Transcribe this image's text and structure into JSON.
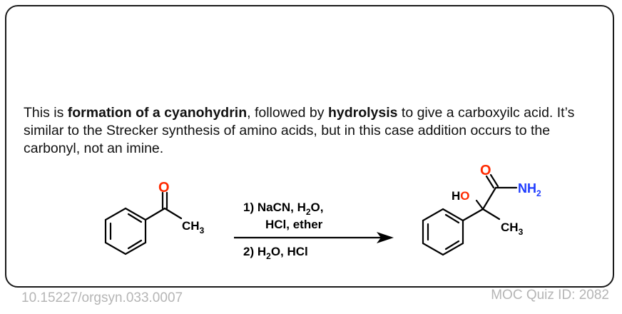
{
  "explanation": {
    "part1": "This is ",
    "bold1": "formation of a cyanohydrin",
    "part2": ", followed by ",
    "bold2": "hydrolysis",
    "part3": " to give a carboxyilc acid. It’s similar to the Strecker synthesis of amino acids, but in this case addition occurs to the carbonyl, not an imine."
  },
  "reactant": {
    "oxygen_label": "O",
    "methyl_label": "CH",
    "methyl_sub": "3"
  },
  "conditions": {
    "step1_line1_a": "1)  NaCN, H",
    "step1_line1_sub": "2",
    "step1_line1_b": "O,",
    "step1_line2": "HCl, ether",
    "step2_a": "2)  H",
    "step2_sub": "2",
    "step2_b": "O, HCl"
  },
  "product": {
    "carbonyl_o": "O",
    "hydroxyl": "HO",
    "amide_n": "NH",
    "amide_sub": "2",
    "methyl_label": "CH",
    "methyl_sub": "3"
  },
  "footer": {
    "doi": "10.15227/orgsyn.033.0007",
    "quiz_id": "MOC Quiz ID: 2082"
  },
  "colors": {
    "oxygen": "#ff2a00",
    "nitrogen": "#1e3cff",
    "bond": "#000000",
    "footer_text": "#b5b5b5"
  }
}
